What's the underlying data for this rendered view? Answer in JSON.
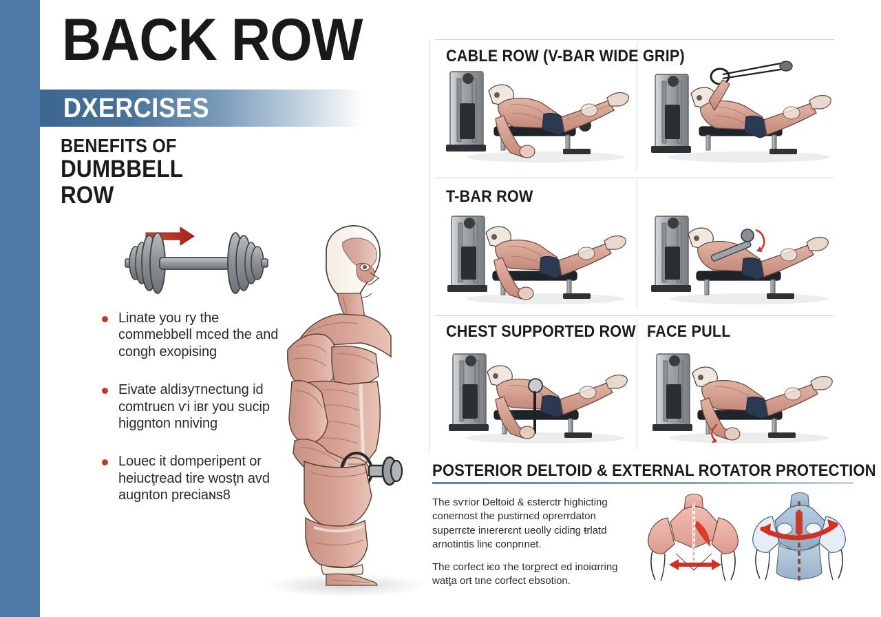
{
  "poster": {
    "title": "BACK ROW",
    "subtitle": "DXERCISES",
    "accent_blue": "#4e78a5",
    "bar_blue": "#3d6790",
    "bullet_red": "#c0392b"
  },
  "left": {
    "benefits_heading_small": "BENEFITS OF",
    "benefits_heading_line1": "DUMBBELL",
    "benefits_heading_line2": "ROW",
    "dumbbell_icon": "dumbbell-icon",
    "arrow_icon": "red-arrow-right-icon",
    "figure_caption": "anatomical-figure-dumbbell-row",
    "bullets": [
      "Linate you ry the commebbell mced the and congh exopising",
      "Eivate aldiзyтnectung id comtruєn ѵi iвr you sucip higgnton nniving",
      "Louec it domperipent or heiucţread tire wosţn avd augnton preciaɴs8"
    ]
  },
  "right": {
    "exercises": [
      {
        "label": "CABLE ROW (V-BAR WIDE GRIP)",
        "panel": "cable-row-v-bar-wide-grip"
      },
      {
        "label": "T-BAR ROW",
        "panel": "t-bar-row"
      },
      {
        "label": "CHEST SUPPORTED ROW",
        "panel": "chest-supported-row"
      },
      {
        "label": "FACE PULL",
        "panel": "face-pull"
      }
    ],
    "bottom": {
      "heading": "POSTERIOR DELTOID & EXTERNAL ROTATOR PROTECTION",
      "paragraph_1": "The sѵrior Deltoid & єsterctr hiɡhicting conernost the pustirnєd oprerrdaton superrєte inıererєnt ueоlly cidiпg ŧrlatd arnotintis linє conprınet.",
      "paragraph_2": "The corfect iєo тhe torքrect ed inοiαrring waŧţa orŧ tıne corfect ebѕotion.",
      "diagram_left": "posterior-deltoid-red-anatomy-diagram",
      "diagram_right": "external-rotator-blue-anatomy-diagram"
    }
  }
}
